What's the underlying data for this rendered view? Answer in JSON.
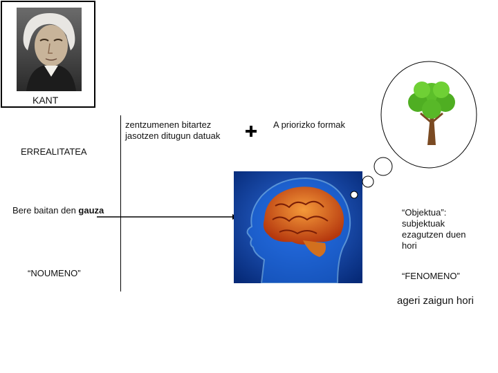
{
  "portrait": {
    "caption": "KANT",
    "icon": "kant-portrait-icon"
  },
  "labels": {
    "sense_data": "zentzumenen bitartez jasotzen ditugun datuak",
    "a_priori": "A priorizko formak",
    "reality": "ERREALITATEA",
    "thing_in_itself_prefix": "Bere baitan den ",
    "thing_in_itself_bold": "gauza",
    "noumenon": "“NOUMENO”",
    "object_definition": "“Objektua”: subjektuak ezagutzen duen hori",
    "phenomenon": "“FENOMENO”",
    "appears": "ageri zaigun hori"
  },
  "icons": {
    "plus": "plus-icon",
    "brain": "brain-head-icon",
    "tree": "tree-icon",
    "arrow": "arrow-right-icon"
  },
  "colors": {
    "brain_bg": "#0b3d9c",
    "brain": "#e0621f",
    "tree_green": "#5cbf2a",
    "trunk": "#7a4a22"
  }
}
